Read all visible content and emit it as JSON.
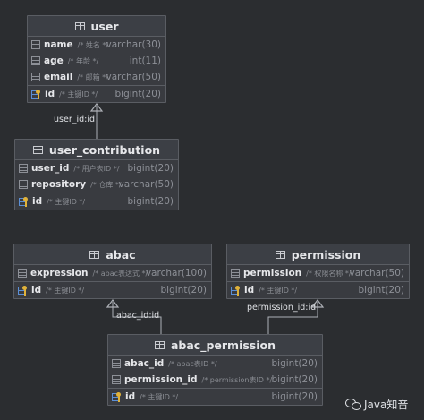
{
  "tables": {
    "user": {
      "title": "user",
      "columns": [
        {
          "name": "name",
          "comment": "/* 姓名 */",
          "type": "varchar(30)"
        },
        {
          "name": "age",
          "comment": "/* 年龄 */",
          "type": "int(11)"
        },
        {
          "name": "email",
          "comment": "/* 邮箱 */",
          "type": "varchar(50)"
        }
      ],
      "pk": {
        "name": "id",
        "comment": "/* 主键ID */",
        "type": "bigint(20)"
      }
    },
    "user_contribution": {
      "title": "user_contribution",
      "columns": [
        {
          "name": "user_id",
          "comment": "/* 用户表ID */",
          "type": "bigint(20)"
        },
        {
          "name": "repository",
          "comment": "/* 仓库 */",
          "type": "varchar(50)"
        }
      ],
      "pk": {
        "name": "id",
        "comment": "/* 主键ID */",
        "type": "bigint(20)"
      }
    },
    "abac": {
      "title": "abac",
      "columns": [
        {
          "name": "expression",
          "comment": "/* abac表达式 */",
          "type": "varchar(100)"
        }
      ],
      "pk": {
        "name": "id",
        "comment": "/* 主键ID */",
        "type": "bigint(20)"
      }
    },
    "permission": {
      "title": "permission",
      "columns": [
        {
          "name": "permission",
          "comment": "/* 权限名称 */",
          "type": "varchar(50)"
        }
      ],
      "pk": {
        "name": "id",
        "comment": "/* 主键ID */",
        "type": "bigint(20)"
      }
    },
    "abac_permission": {
      "title": "abac_permission",
      "columns": [
        {
          "name": "abac_id",
          "comment": "/* abac表ID */",
          "type": "bigint(20)"
        },
        {
          "name": "permission_id",
          "comment": "/* permission表ID */",
          "type": "bigint(20)"
        }
      ],
      "pk": {
        "name": "id",
        "comment": "/* 主键ID */",
        "type": "bigint(20)"
      }
    }
  },
  "relations": {
    "user_id": "user_id:id",
    "abac_id": "abac_id:id",
    "permission_id": "permission_id:id"
  },
  "watermark": {
    "text": "Java知音",
    "icon": "wechat-icon"
  }
}
